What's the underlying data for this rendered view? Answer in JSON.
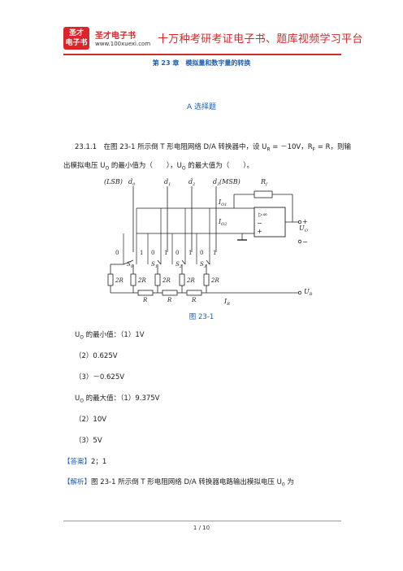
{
  "header": {
    "logo_line1": "圣才",
    "logo_line2": "电子书",
    "brand_name": "圣才电子书",
    "brand_url": "www.100xuexi.com",
    "slogan": "十万种考研考证电子书、题库视频学习平台"
  },
  "chapter_title": "第 23 章　模拟量和数字量的转换",
  "section_title": "A 选择题",
  "question": {
    "line1": "23.1.1　在图 23-1 所示倒 T 形电阻网络 D/A 转换器中，设 U",
    "line1_sub": "R",
    "line1_b": " = －10V，R",
    "line1_sub2": "F",
    "line1_c": " = R，则输",
    "line2": "出模拟电压 U",
    "line2_sub": "O",
    "line2_b": " 的最小值为（　　），U",
    "line2_sub2": "O",
    "line2_c": " 的最大值为（　　）。"
  },
  "figure": {
    "caption": "图 23-1",
    "labels": {
      "lsb": "(LSB)",
      "msb": "(MSB)",
      "d0": "d",
      "d1": "d",
      "d2": "d",
      "d3": "d",
      "rf": "R",
      "io1": "I",
      "io2": "I",
      "uo": "U",
      "ur": "U",
      "ir": "I",
      "s0": "S",
      "s1": "S",
      "s2": "S",
      "s3": "S",
      "r2": "2R",
      "r": "R",
      "plus": "+",
      "minus": "−",
      "zero": "0",
      "one": "1",
      "amp_sym": "▷∞"
    }
  },
  "answers": {
    "min_label": "U",
    "min_label_sub": "O",
    "min_label_b": " 的最小值：（1）1V",
    "min_2": "（2）0.625V",
    "min_3": "（3）－0.625V",
    "max_label": "U",
    "max_label_sub": "O",
    "max_label_b": " 的最大值：（1）9.375V",
    "max_2": "（2）10V",
    "max_3": "（3）5V",
    "answer_tag": "【答案】",
    "answer_value": "2；1",
    "analysis_tag": "【解析】",
    "analysis_text": "图 23-1 所示倒 T 形电阻网络 D/A 转换器电路输出模拟电压 U",
    "analysis_sub": "0",
    "analysis_end": " 为"
  },
  "footer": {
    "page": "1 / 10"
  }
}
